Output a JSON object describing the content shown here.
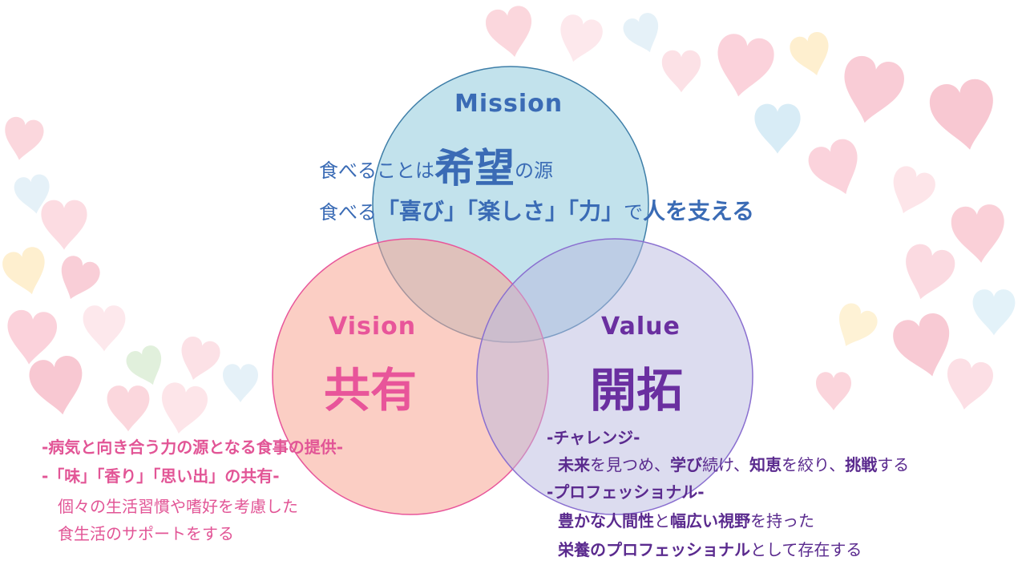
{
  "colors": {
    "mission_blue": "#3a6bb5",
    "vision_pink": "#e8559a",
    "value_purple": "#6a2fa0"
  },
  "mission": {
    "title": "Mission",
    "line1_pre": "食べることは",
    "keyword": "希望",
    "line1_post": "の源",
    "line2_a": "食べる",
    "line2_b": "「喜び」「楽しさ」「力」",
    "line2_c": "で",
    "line2_d": "人を支える"
  },
  "vision": {
    "title": "Vision",
    "keyword": "共有",
    "lines": [
      "-病気と向き合う力の源となる食事の提供-",
      "-「味」「香り」「思い出」の共有-",
      "個々の生活習慣や嗜好を考慮した",
      "食生活のサポートをする"
    ]
  },
  "value": {
    "title": "Value",
    "keyword": "開拓",
    "heading1": "-チャレンジ-",
    "l2": [
      "未来",
      "を見つめ、",
      "学び",
      "続け、",
      "知恵",
      "を絞り、",
      "挑戦",
      "する"
    ],
    "heading2": "-プロフェッショナル-",
    "l4": [
      "豊かな人間性",
      "と",
      "幅広い視野",
      "を持った"
    ],
    "l5": [
      "栄養のプロフェッショナル",
      "として存在する"
    ]
  }
}
